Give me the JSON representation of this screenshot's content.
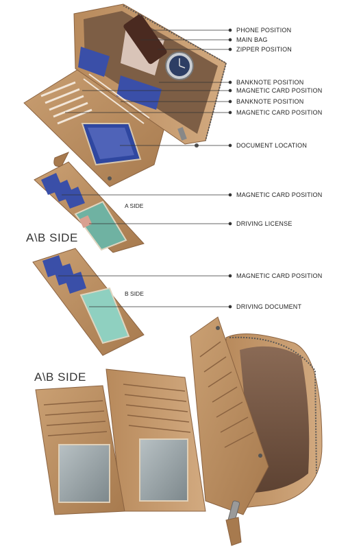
{
  "callouts": [
    "PHONE POSITION",
    "MAIN BAG",
    "ZIPPER POSITION",
    "BANKNOTE POSITION",
    "MAGNETIC CARD POSITION",
    "BANKNOTE POSITION",
    "MAGNETIC CARD POSITION",
    "DOCUMENT LOCATION",
    "MAGNETIC CARD POSITION",
    "DRIVING LICENSE",
    "MAGNETIC CARD POSITION",
    "DRIVING DOCUMENT"
  ],
  "side_labels": {
    "a": "A SIDE",
    "b": "B SIDE"
  },
  "section_titles": [
    "A\\B SIDE",
    "A\\B SIDE"
  ],
  "colors": {
    "leather": "#b8895c",
    "leather_dark": "#8a6240",
    "card_blue": "#3a4fa8",
    "window": "#9aa5a8"
  }
}
